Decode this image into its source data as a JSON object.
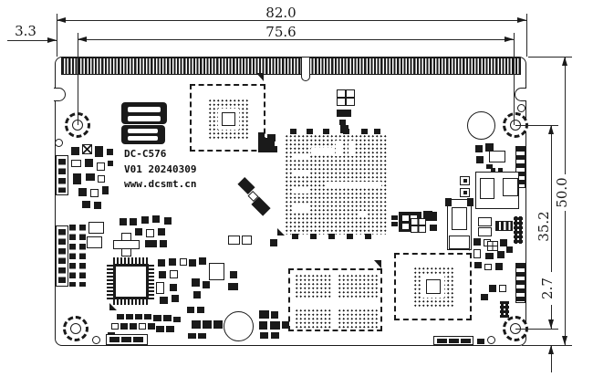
{
  "drawing": {
    "type": "pcb-mechanical-dimension-drawing",
    "dimensions": {
      "board_width_mm": "82.0",
      "hole_span_horizontal_mm": "75.6",
      "left_edge_to_hole_mm": "3.3",
      "board_height_mm": "50.0",
      "hole_span_vertical_mm": "35.2",
      "hole_to_bottom_edge_mm": "2.7"
    },
    "silkscreen": {
      "model": "DC-C576",
      "version": "V01 20240309",
      "website": "www.dcsmt.cn"
    },
    "colors": {
      "ink": "#1a1a1a",
      "background": "#ffffff"
    }
  }
}
